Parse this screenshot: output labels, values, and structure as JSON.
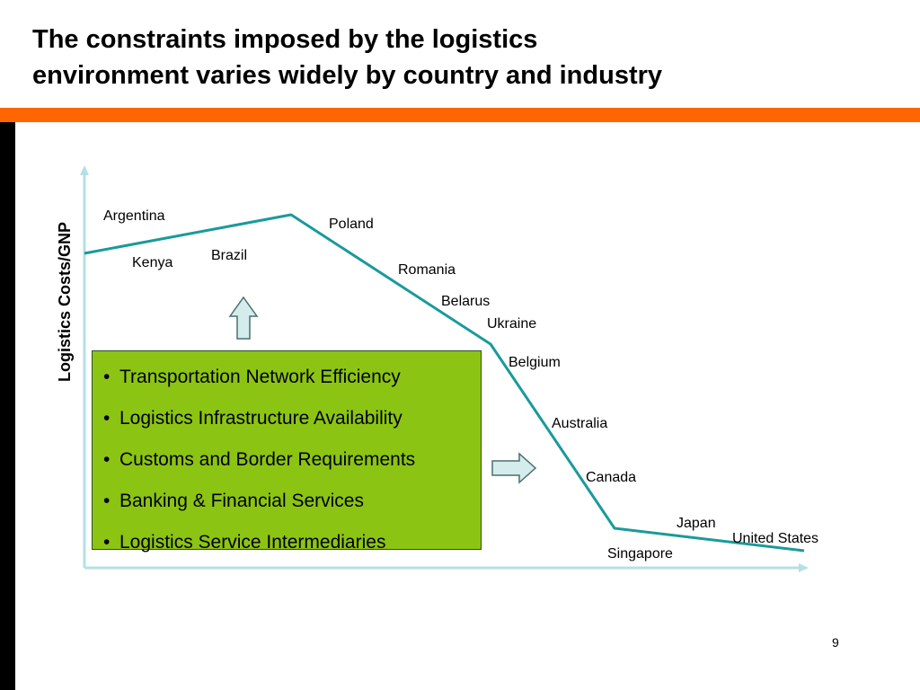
{
  "slide": {
    "title_line1": "The constraints imposed by the logistics",
    "title_line2": "environment varies widely by country and industry",
    "page_number": "9"
  },
  "diagram": {
    "y_axis_label": "Logistics Costs/GNP",
    "countries": {
      "argentina": "Argentina",
      "kenya": "Kenya",
      "brazil": "Brazil",
      "poland": "Poland",
      "romania": "Romania",
      "belarus": "Belarus",
      "ukraine": "Ukraine",
      "belgium": "Belgium",
      "australia": "Australia",
      "canada": "Canada",
      "japan": "Japan",
      "united_states": "United States",
      "singapore": "Singapore"
    },
    "factors": [
      "Transportation Network Efficiency",
      "Logistics Infrastructure Availability",
      "Customs and Border Requirements",
      "Banking & Financial Services",
      "Logistics Service Intermediaries"
    ],
    "bullet": "•"
  },
  "colors": {
    "accent_orange": "#FF6600",
    "left_bar": "#000000",
    "curve": "#1A9A9A",
    "axis": "#B4E0E4",
    "factor_box_fill": "#8CC414",
    "arrow_fill": "#D4ECEC",
    "arrow_stroke": "#4A6E6E"
  }
}
